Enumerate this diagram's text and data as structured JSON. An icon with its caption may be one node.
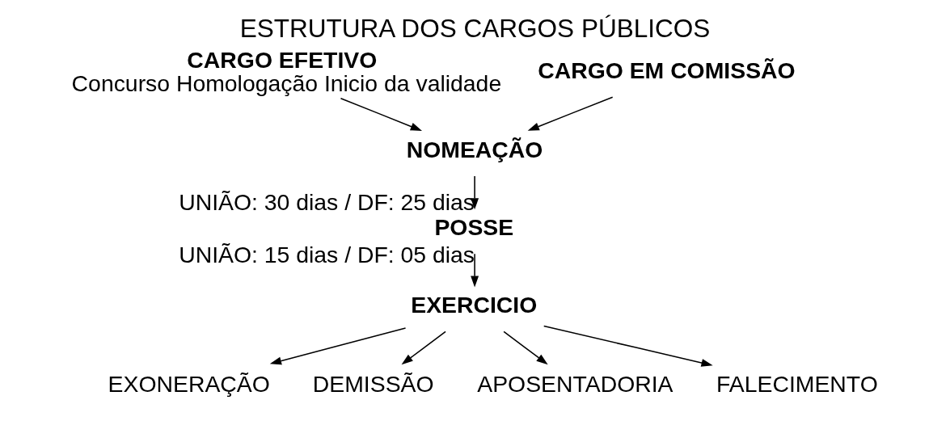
{
  "diagram": {
    "title": "ESTRUTURA DOS CARGOS PÚBLICOS",
    "nodes": [
      {
        "text": [
          "CARGO EFETIVO",
          "Concurso Homologação Inicio da validade"
        ]
      },
      {
        "text": [
          "CARGO EM COMISSÃO"
        ]
      },
      {
        "text": [
          "NOMEAÇÃO"
        ]
      },
      {
        "text": [
          "POSSE"
        ]
      },
      {
        "text": [
          "EXERCICIO"
        ]
      },
      {
        "text": [
          "EXONERAÇÃO"
        ]
      },
      {
        "text": [
          "DEMISSÃO"
        ]
      },
      {
        "text": [
          "APOSENTADORIA"
        ]
      },
      {
        "text": [
          "FALECIMENTO"
        ]
      }
    ],
    "edges": [
      {
        "from": 0,
        "to": 2,
        "arrow": "to"
      },
      {
        "from": 1,
        "to": 2,
        "arrow": "to"
      },
      {
        "from": 2,
        "to": 3,
        "arrow": "to",
        "label": "UNIÃO: 30 dias / DF: 25 dias"
      },
      {
        "from": 3,
        "to": 4,
        "arrow": "to",
        "label": "UNIÃO: 15 dias / DF: 05 dias"
      },
      {
        "from": 4,
        "to": 5,
        "arrow": "to"
      },
      {
        "from": 4,
        "to": 6,
        "arrow": "to"
      },
      {
        "from": 4,
        "to": 7,
        "arrow": "to"
      },
      {
        "from": 4,
        "to": 8,
        "arrow": "to"
      }
    ]
  }
}
